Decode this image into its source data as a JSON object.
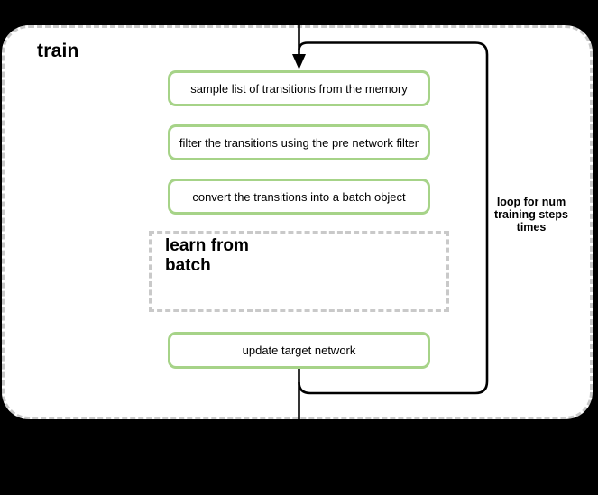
{
  "background": "#000000",
  "panel": {
    "title": "train",
    "fill": "#ffffff",
    "border_color": "#c9c9c9"
  },
  "flow": {
    "node_border_color": "#a6d388",
    "connector_color": "#000000",
    "steps": [
      {
        "label": "sample list of transitions from the memory"
      },
      {
        "label": "filter the transitions using the pre network filter"
      },
      {
        "label": "convert the transitions into a batch object"
      },
      {
        "label": "update target network"
      }
    ],
    "subprocess": {
      "lines": [
        "learn from",
        "batch"
      ]
    },
    "loop_annotation": {
      "lines": [
        "loop for num",
        "training steps",
        "times"
      ]
    }
  }
}
